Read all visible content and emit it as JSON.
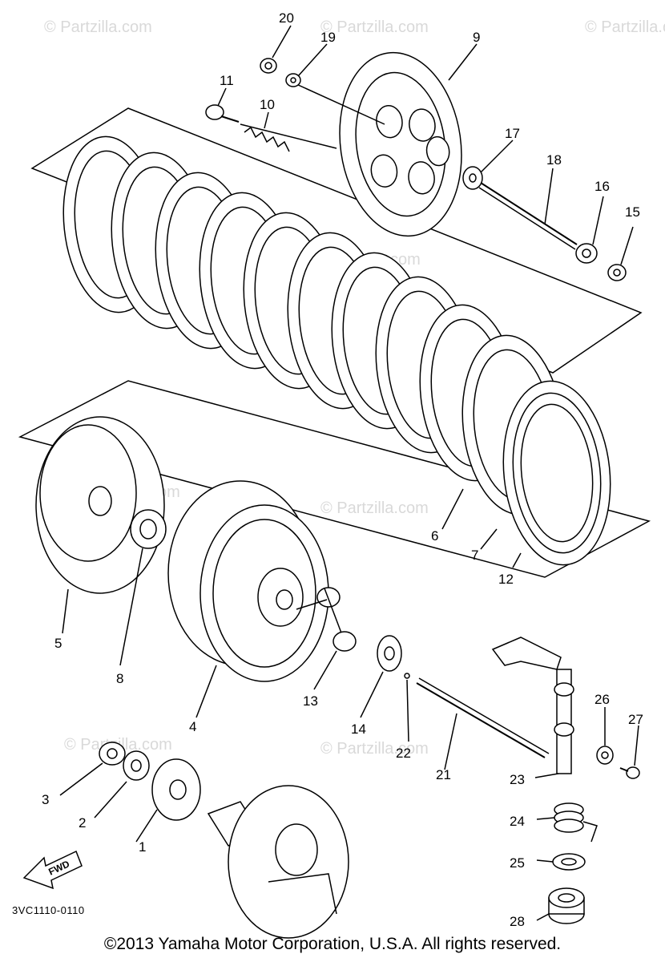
{
  "diagram": {
    "part_numbers": [
      "1",
      "2",
      "3",
      "4",
      "5",
      "6",
      "7",
      "8",
      "9",
      "10",
      "11",
      "12",
      "13",
      "14",
      "15",
      "16",
      "17",
      "18",
      "19",
      "20",
      "21",
      "22",
      "23",
      "24",
      "25",
      "26",
      "27",
      "28"
    ],
    "fwd_label": "FWD",
    "reference_code": "3VC1110-0110",
    "watermark": "© Partzilla.com",
    "copyright": "©2013  Yamaha Motor Corporation, U.S.A. All rights reserved."
  }
}
